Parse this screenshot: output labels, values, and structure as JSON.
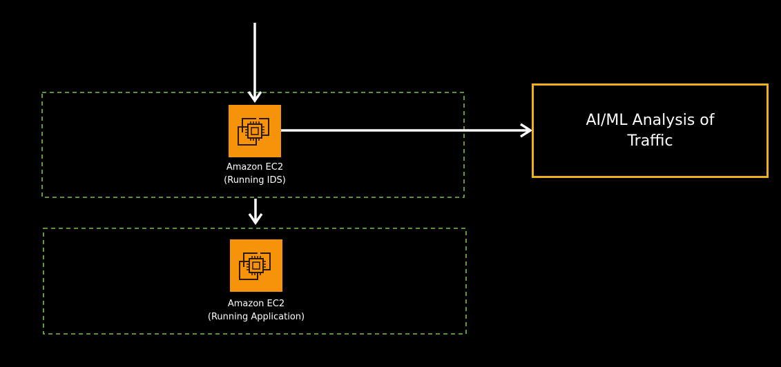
{
  "colors": {
    "background": "#000000",
    "dashed_border": "#7fc24b",
    "arrow": "#ffffff",
    "ec2_icon_fill": "#f7930a",
    "ec2_icon_stroke": "#2b1a00",
    "analysis_border": "#f2b01e",
    "text": "#ffffff"
  },
  "ids_instance": {
    "service_name": "Amazon EC2",
    "role": "(Running IDS)",
    "icon": "ec2-chip-icon"
  },
  "app_instance": {
    "service_name": "Amazon EC2",
    "role": "(Running Application)",
    "icon": "ec2-chip-icon"
  },
  "analysis": {
    "line1": "AI/ML Analysis of",
    "line2": "Traffic"
  }
}
